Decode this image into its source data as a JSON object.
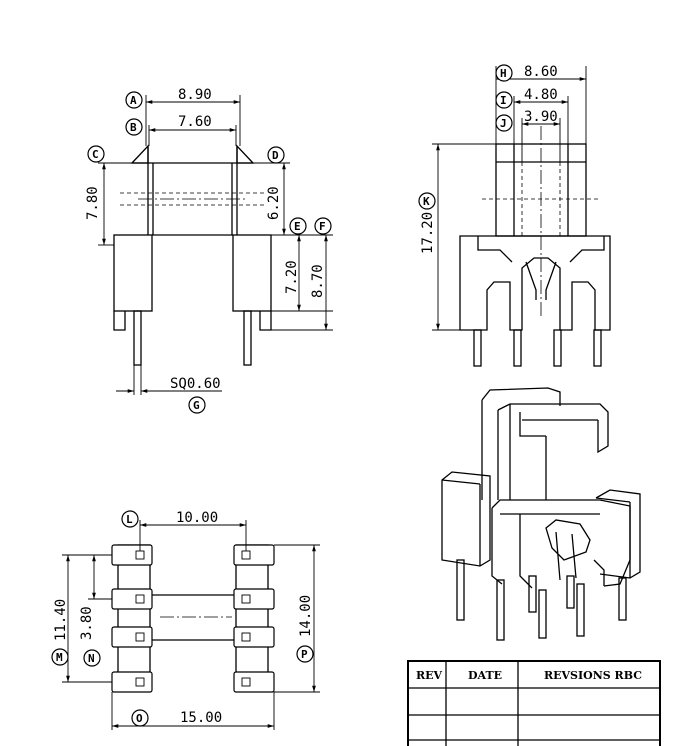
{
  "dimensions": {
    "front_top_width": "8.90",
    "front_inner_width": "7.60",
    "front_flange_height": "7.80",
    "front_inner_height": "6.20",
    "front_base_height": "7.20",
    "front_total_base": "8.70",
    "pin_square": "SQ0.60",
    "side_width": "8.60",
    "side_mid": "4.80",
    "side_inner": "3.90",
    "side_height": "17.20",
    "bottom_pitch": "10.00",
    "bottom_width": "15.00",
    "bottom_height": "14.00",
    "bottom_span": "11.40",
    "bottom_pitch_small": "3.80"
  },
  "balloons": [
    "A",
    "B",
    "C",
    "D",
    "E",
    "F",
    "G",
    "H",
    "I",
    "J",
    "K",
    "L",
    "M",
    "N",
    "O",
    "P"
  ],
  "revision_table": {
    "headers": [
      "REV",
      "DATE",
      "REVSIONS RBC"
    ],
    "rows": [
      [
        "",
        "",
        ""
      ],
      [
        "",
        "",
        ""
      ]
    ]
  }
}
